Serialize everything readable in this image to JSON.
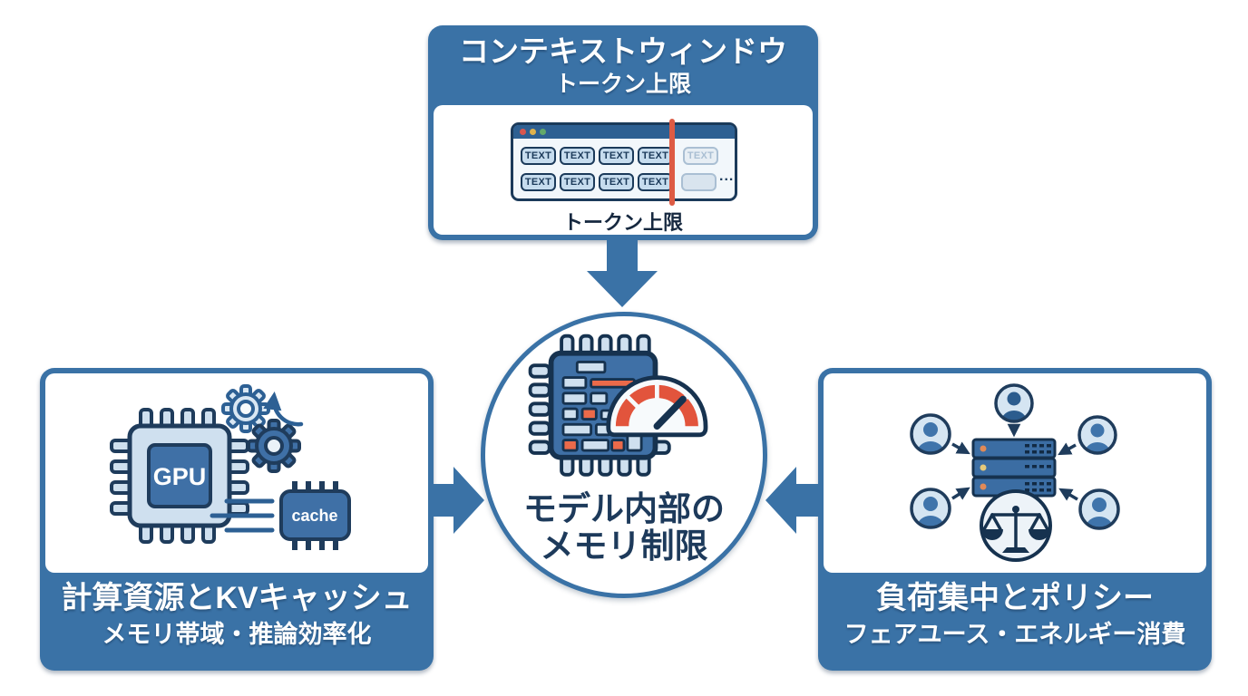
{
  "colors": {
    "primary_blue": "#3a72a6",
    "dark_navy": "#1b3a5a",
    "medium_blue": "#3f70a6",
    "light_blue": "#cfe0ef",
    "accent_red": "#dd5b44",
    "led_orange": "#e08a57",
    "led_yellow": "#e6c97a"
  },
  "top_box": {
    "title": "コンテキストウィンドウ",
    "subtitle": "トークン上限",
    "illustration": {
      "icon": "browser-token-window-icon",
      "token_label": "TEXT",
      "ellipsis": "...",
      "caption": "トークン上限"
    }
  },
  "left_box": {
    "title": "計算資源とKVキャッシュ",
    "subtitle": "メモリ帯域・推論効率化",
    "illustration": {
      "icon": "gpu-gears-cache-icon",
      "gpu_label": "GPU",
      "cache_label": "cache"
    }
  },
  "right_box": {
    "title": "負荷集中とポリシー",
    "subtitle": "フェアユース・エネルギー消費",
    "illustration": {
      "icon": "users-server-scales-icon"
    }
  },
  "center": {
    "label_line1": "モデル内部の",
    "label_line2": "メモリ制限",
    "icon": "memory-chip-gauge-icon"
  }
}
